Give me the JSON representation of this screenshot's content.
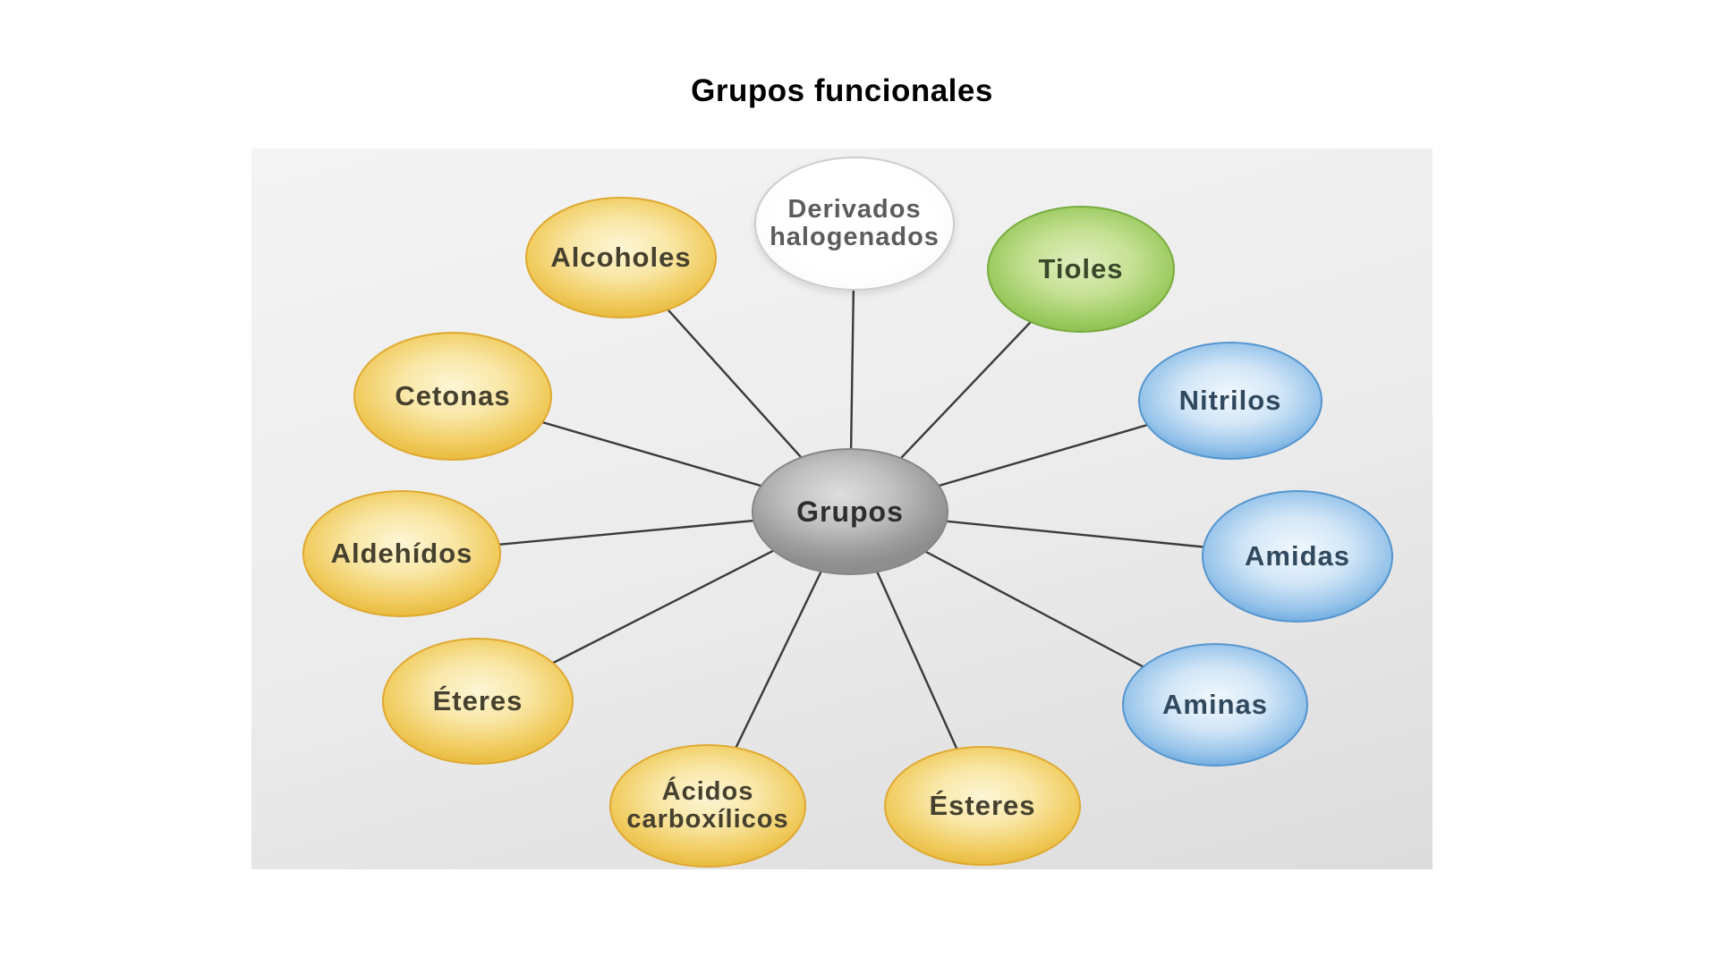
{
  "title": "Grupos funcionales",
  "diagram": {
    "center": {
      "label": "Grupos",
      "color": "gray"
    },
    "nodes": [
      {
        "label": "Derivados halogenados",
        "color": "white"
      },
      {
        "label": "Tioles",
        "color": "green"
      },
      {
        "label": "Nitrilos",
        "color": "blue"
      },
      {
        "label": "Amidas",
        "color": "blue"
      },
      {
        "label": "Aminas",
        "color": "blue"
      },
      {
        "label": "Ésteres",
        "color": "yellow"
      },
      {
        "label": "Ácidos carboxílicos",
        "color": "yellow"
      },
      {
        "label": "Éteres",
        "color": "yellow"
      },
      {
        "label": "Aldehídos",
        "color": "yellow"
      },
      {
        "label": "Cetonas",
        "color": "yellow"
      },
      {
        "label": "Alcoholes",
        "color": "yellow"
      }
    ],
    "colors": {
      "yellow": "#eabc41",
      "green": "#8abf4e",
      "blue": "#6aa8de",
      "gray": "#9d9d9d",
      "white": "#ffffff",
      "line": "#3a3a3a",
      "background": "#ebebeb"
    }
  }
}
